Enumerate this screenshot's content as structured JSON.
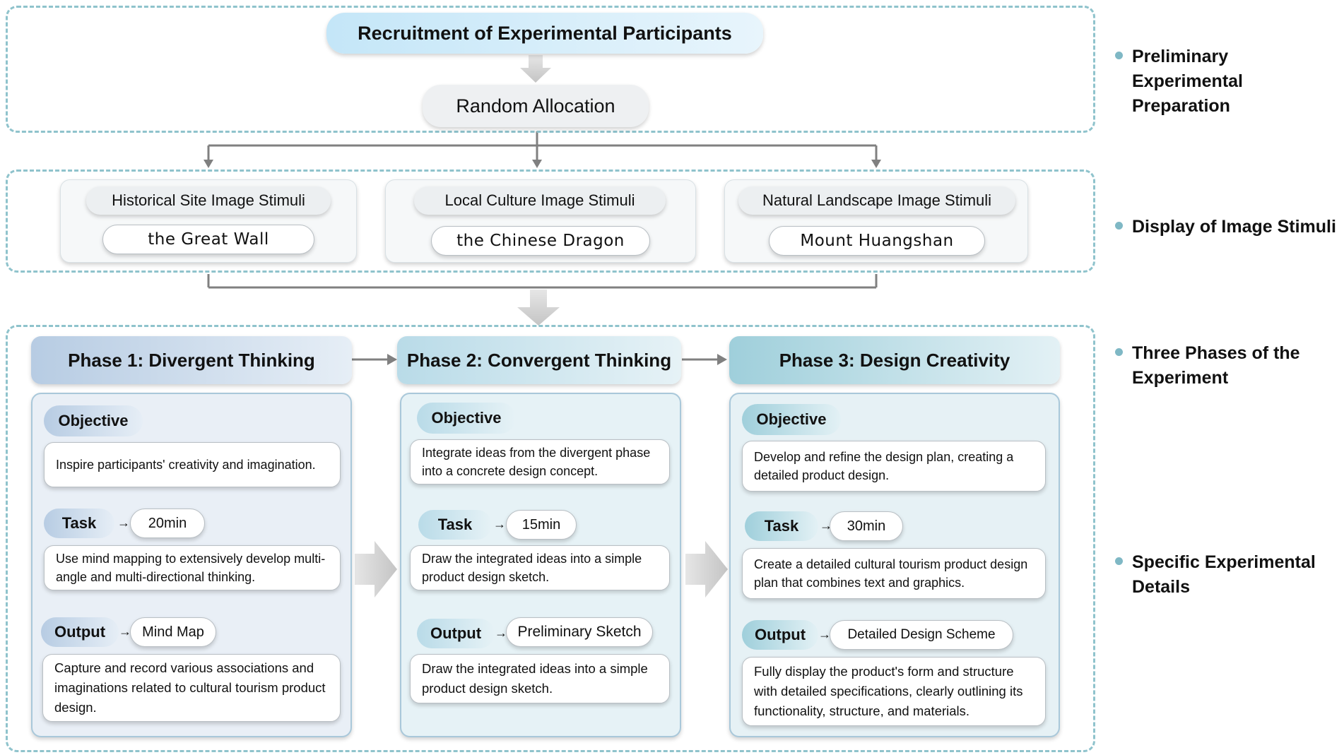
{
  "prep": {
    "recruitment": "Recruitment of Experimental Participants",
    "allocation": "Random Allocation"
  },
  "stimuli": [
    {
      "label": "Historical Site Image Stimuli",
      "example": "the Great Wall"
    },
    {
      "label": "Local Culture Image Stimuli",
      "example": "the Chinese Dragon"
    },
    {
      "label": "Natural Landscape Image Stimuli",
      "example": "Mount Huangshan"
    }
  ],
  "phases": [
    {
      "title": "Phase 1: Divergent Thinking",
      "objective_label": "Objective",
      "objective": "Inspire participants' creativity and imagination.",
      "task_label": "Task",
      "task_time": "20min",
      "task": "Use mind mapping to extensively develop multi-angle and multi-directional thinking.",
      "output_label": "Output",
      "output_name": "Mind Map",
      "output": "Capture and record various associations and imaginations related to cultural tourism product design."
    },
    {
      "title": "Phase 2: Convergent Thinking",
      "objective_label": "Objective",
      "objective": "Integrate ideas from the divergent phase into a concrete design concept.",
      "task_label": "Task",
      "task_time": "15min",
      "task": "Draw the integrated ideas into a simple product design sketch.",
      "output_label": "Output",
      "output_name": "Preliminary Sketch",
      "output": "Draw the integrated ideas into a simple product design sketch."
    },
    {
      "title": "Phase 3: Design Creativity",
      "objective_label": "Objective",
      "objective": "Develop and refine the design plan, creating a detailed product design.",
      "task_label": "Task",
      "task_time": "30min",
      "task": "Create a detailed cultural tourism product design plan that combines text and graphics.",
      "output_label": "Output",
      "output_name": "Detailed Design Scheme",
      "output": "Fully display the product's form and structure with detailed specifications, clearly outlining its functionality, structure, and materials."
    }
  ],
  "side_labels": [
    "Preliminary Experimental Preparation",
    "Display of Image Stimuli",
    "Three Phases of the Experiment",
    "Specific Experimental Details"
  ],
  "colors": {
    "dashed_border": "#8fc3cc",
    "phase1": "#c2d3e6",
    "phase2": "#c5e2ec",
    "phase3": "#a9d4de"
  }
}
